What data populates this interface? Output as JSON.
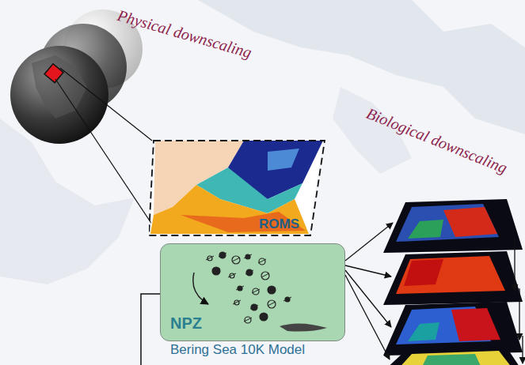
{
  "diagram": {
    "nodes": [
      {
        "text": [
          "ROMS"
        ]
      },
      {
        "text": [
          "NPZ",
          "Bering Sea 10K Model"
        ]
      }
    ],
    "labels": [
      "Physical downscaling",
      "Biological downscaling"
    ]
  }
}
